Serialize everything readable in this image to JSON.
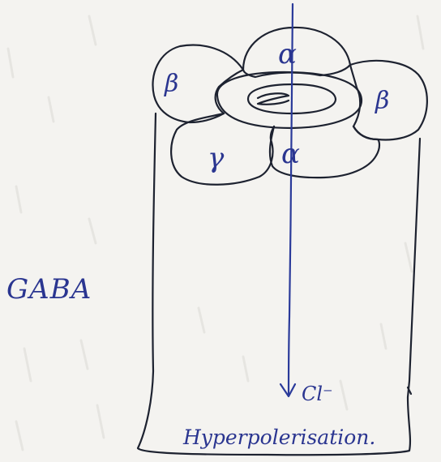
{
  "diagram": {
    "side_label": "GABA",
    "subunits": {
      "alpha_top": "α",
      "alpha_bottom": "α",
      "beta_left": "β",
      "beta_right": "β",
      "gamma": "γ"
    },
    "ion_label": "Cl⁻",
    "effect_label": "Hyperpolerisation."
  },
  "colors": {
    "ink_outline": "#1d2230",
    "ink_blue": "#2a3590",
    "paper": "#f4f3f0"
  }
}
